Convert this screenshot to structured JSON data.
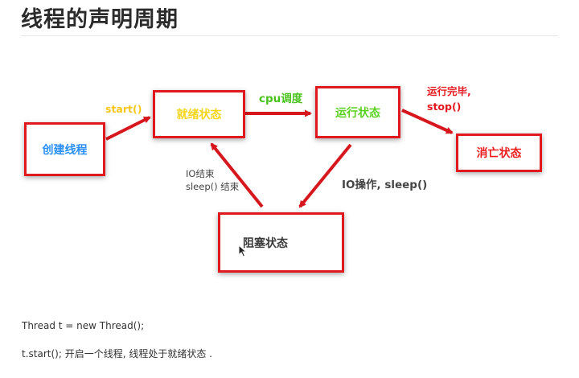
{
  "title": "线程的声明周期",
  "states": {
    "create": "创建线程",
    "ready": "就绪状态",
    "running": "运行状态",
    "dead": "消亡状态",
    "blocked": "阻塞状态"
  },
  "transitions": {
    "start": "start()",
    "cpu": "cpu调度",
    "finish_line1": "运行完毕,",
    "finish_line2": "stop()",
    "io_end_line1": "IO结束",
    "io_end_line2": "sleep() 结束",
    "io_op": "IO操作, sleep()"
  },
  "colors": {
    "box_border": "#e0191f",
    "arrow": "#d6171d",
    "create": "#2a8ff7",
    "ready": "#f4d51a",
    "running": "#5ad11f",
    "dead": "#ea1d1d",
    "blocked": "#3a3a3a"
  },
  "text": {
    "line1": "Thread t = new Thread();",
    "line2": "t.start();  开启一个线程, 线程处于就绪状态 ."
  }
}
